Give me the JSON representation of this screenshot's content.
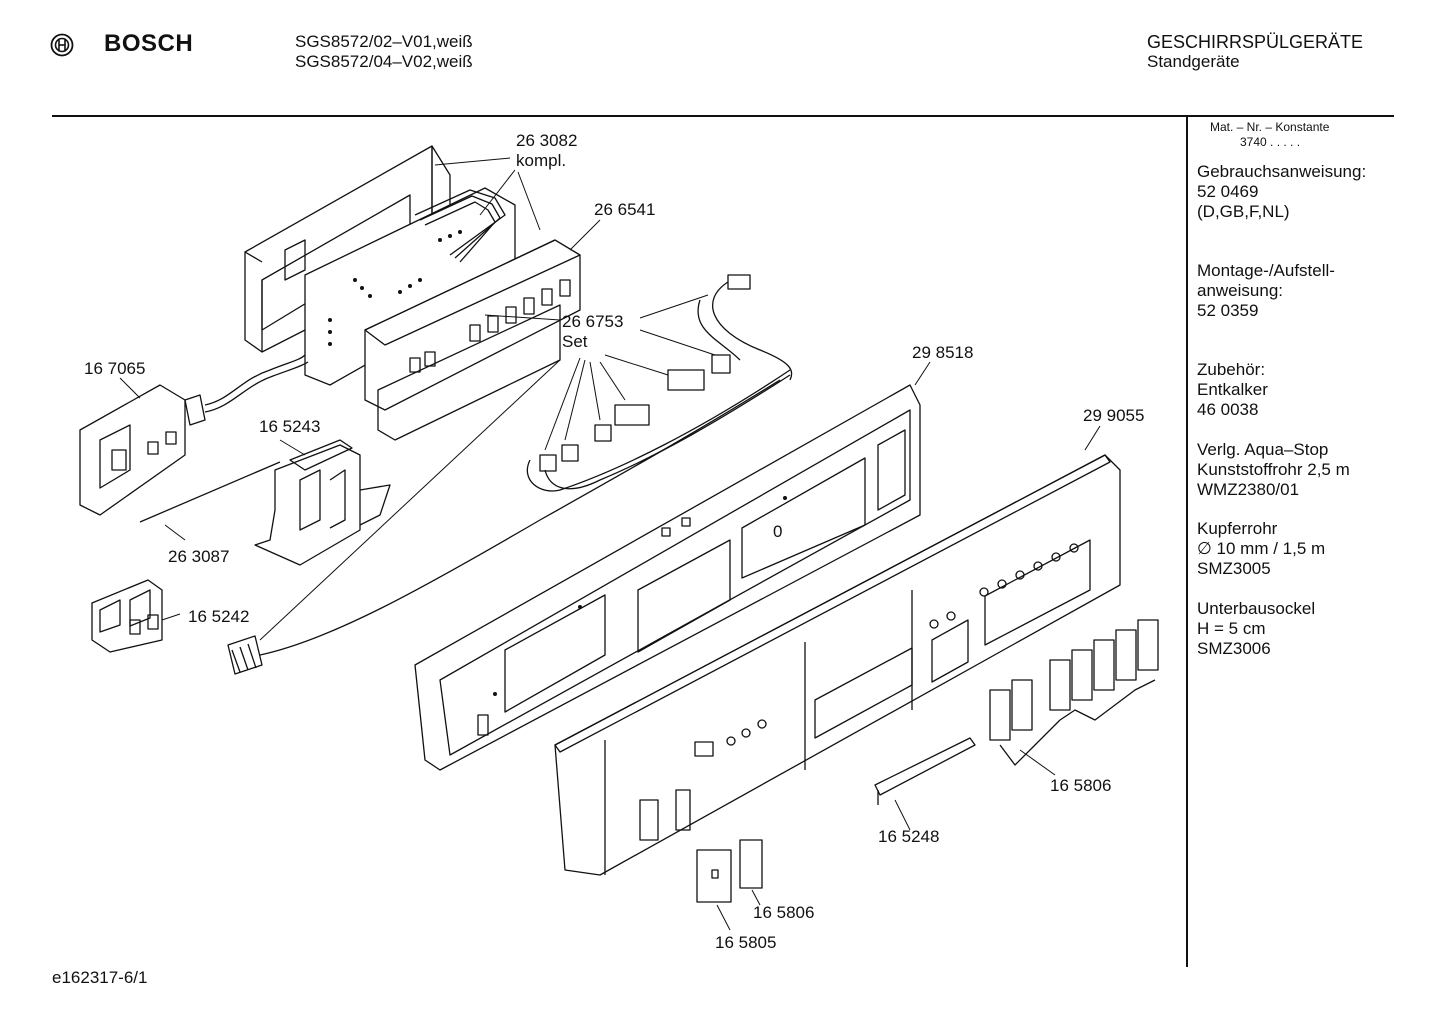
{
  "header": {
    "brand": "BOSCH",
    "models": [
      "SGS8572/02–V01,weiß",
      "SGS8572/04–V02,weiß"
    ],
    "category": "GESCHIRRSPÜLGERÄTE",
    "subcategory": "Standgeräte"
  },
  "sidebar": {
    "mat_header": "Mat. – Nr. – Konstante",
    "mat_value": "3740  .  .  .  .  .",
    "blocks": [
      {
        "lines": [
          "Gebrauchsanweisung:",
          "52 0469",
          "(D,GB,F,NL)"
        ]
      },
      {
        "lines": [
          "Montage-/Aufstell-",
          "anweisung:",
          "52 0359"
        ]
      },
      {
        "lines": [
          "Zubehör:",
          "Entkalker",
          "46 0038"
        ]
      },
      {
        "lines": [
          "Verlg. Aqua–Stop",
          "Kunststoffrohr 2,5 m",
          "WMZ2380/01"
        ]
      },
      {
        "lines": [
          "Kupferrohr",
          "∅ 10 mm / 1,5 m",
          "SMZ3005"
        ]
      },
      {
        "lines": [
          "Unterbausockel",
          "H = 5 cm",
          "SMZ3006"
        ]
      }
    ]
  },
  "parts": {
    "p263082": "26 3082",
    "p263082_note": "kompl.",
    "p266541": "26 6541",
    "p266753": "26 6753",
    "p266753_note": "Set",
    "p167065": "16 7065",
    "p165243": "16 5243",
    "p298518": "29 8518",
    "p299055": "29 9055",
    "p263087": "26 3087",
    "p165242": "16 5242",
    "p165806a": "16 5806",
    "p165248": "16 5248",
    "p165806b": "16 5806",
    "p165805": "16 5805",
    "zero_mark": "0"
  },
  "footer": {
    "code": "e162317-6/1"
  }
}
